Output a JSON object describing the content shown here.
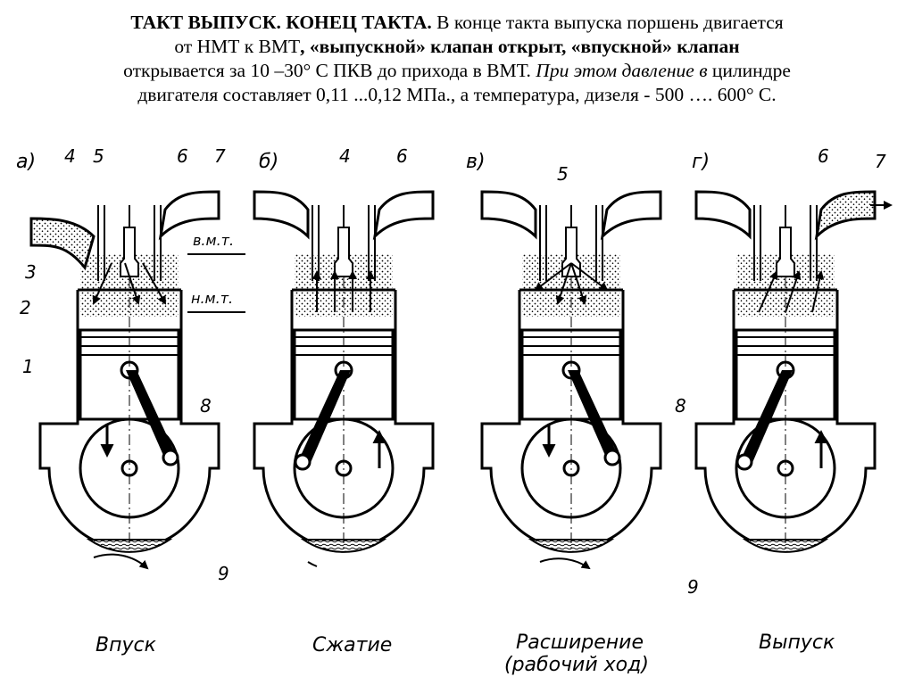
{
  "header": {
    "title_bold": "ТАКТ ВЫПУСК. КОНЕЦ ТАКТА.",
    "line1_rest": " В конце такта выпуска поршень двигается",
    "line2_prefix": "от НМТ к ВМТ",
    "line2_bold1": ", «выпускной»  клапан открыт, «впускной» клапан",
    "line3_normal": "открывается за 10 –30° С ПКВ до прихода в ВМТ. ",
    "line3_italic": "При этом давление в",
    "line3_end": " цилиндре",
    "line4": "двигателя составляет 0,11 ...0,12 МПа., а температура, дизеля - 500 …. 600° С."
  },
  "diagram": {
    "panels": [
      {
        "letter": "а)",
        "caption": "Впуск",
        "caption2": ""
      },
      {
        "letter": "б)",
        "caption": "Сжатие",
        "caption2": ""
      },
      {
        "letter": "в)",
        "caption": "Расширение",
        "caption2": "(рабочий ход)"
      },
      {
        "letter": "г)",
        "caption": "Выпуск",
        "caption2": ""
      }
    ],
    "part_numbers": {
      "p1": "1",
      "p2": "2",
      "p3": "3",
      "p4": "4",
      "p5": "5",
      "p6": "6",
      "p7": "7",
      "p8": "8",
      "p9": "9"
    },
    "labels": {
      "tdc": "в.м.т.",
      "bdc": "н.м.т."
    }
  }
}
